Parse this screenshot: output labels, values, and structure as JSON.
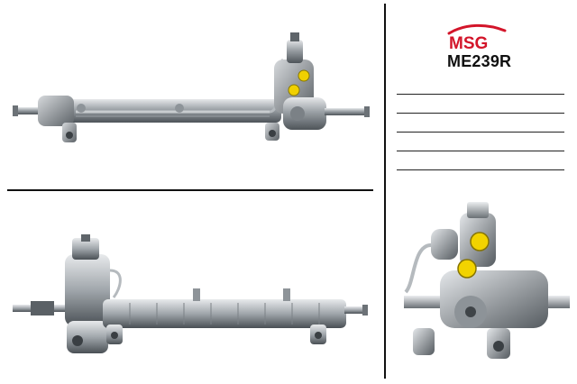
{
  "brand": {
    "name": "MSG",
    "colors": {
      "accent": "#d3152a",
      "text": "#111111"
    }
  },
  "product": {
    "code": "ME239R"
  },
  "views": [
    {
      "id": "top-view",
      "icon": "steering-rack-side-view"
    },
    {
      "id": "bottom-view",
      "icon": "steering-rack-front-view"
    },
    {
      "id": "detail-view",
      "icon": "steering-valve-closeup"
    }
  ],
  "notes": {
    "lines": 5
  }
}
